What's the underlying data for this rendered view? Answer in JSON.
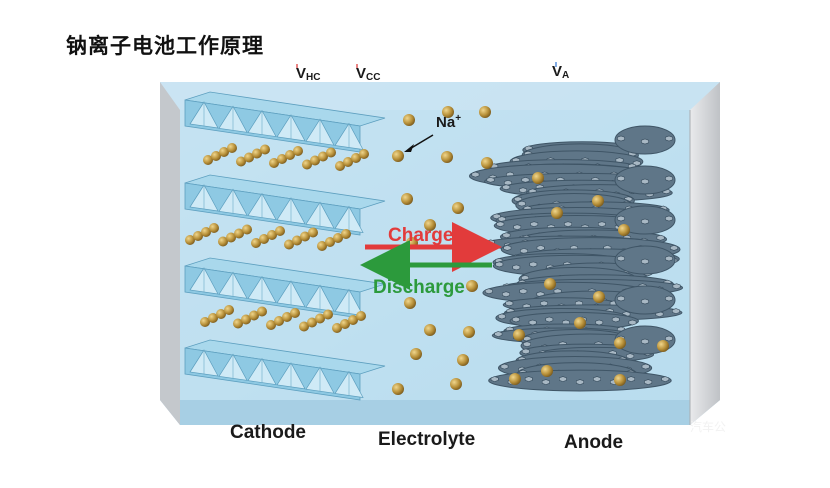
{
  "title": "钠离子电池工作原理",
  "labels": {
    "cathode": "Cathode",
    "electrolyte": "Electrolyte",
    "anode": "Anode",
    "ion": "Na",
    "ion_charge": "+",
    "charge": "Charge",
    "discharge": "Discharge"
  },
  "voltages": {
    "v_hc": {
      "main": "V",
      "sub": "HC"
    },
    "v_cc": {
      "main": "V",
      "sub": "CC"
    },
    "v_a": {
      "main": "V",
      "sub": "A"
    }
  },
  "watermark": "汽车公",
  "colors": {
    "electrolyte": "#b9dcef",
    "cathode_layer": "#8ec9e3",
    "anode_sheet": "#5f7688",
    "sodium": "#b8913a",
    "charge_arrow": "#e23b3b",
    "discharge_arrow": "#2c9a3c"
  }
}
